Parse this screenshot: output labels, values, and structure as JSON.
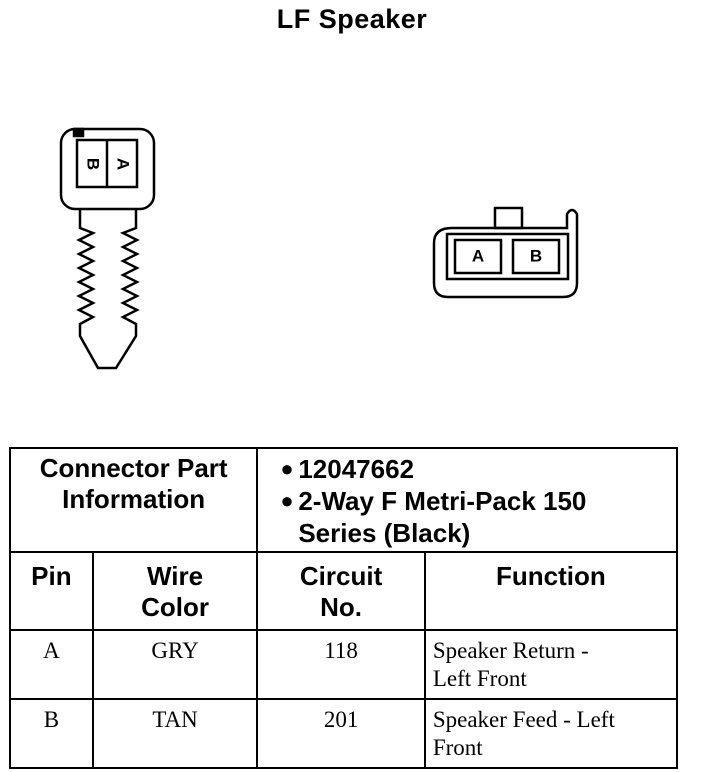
{
  "title": "LF Speaker",
  "connector_left": {
    "pin_labels": [
      "B",
      "A"
    ]
  },
  "connector_right": {
    "pin_labels": [
      "A",
      "B"
    ]
  },
  "table": {
    "part_info_label_line1": "Connector Part",
    "part_info_label_line2": "Information",
    "part_number": "12047662",
    "part_desc_line1": "2-Way F Metri-Pack 150",
    "part_desc_line2": "Series (Black)",
    "headers": {
      "pin": "Pin",
      "wire_color_line1": "Wire",
      "wire_color_line2": "Color",
      "circuit_line1": "Circuit",
      "circuit_line2": "No.",
      "function": "Function"
    },
    "rows": [
      {
        "pin": "A",
        "wire_color": "GRY",
        "circuit": "118",
        "function_line1": "Speaker Return -",
        "function_line2": "Left Front"
      },
      {
        "pin": "B",
        "wire_color": "TAN",
        "circuit": "201",
        "function_line1": "Speaker Feed - Left",
        "function_line2": "Front"
      }
    ]
  }
}
